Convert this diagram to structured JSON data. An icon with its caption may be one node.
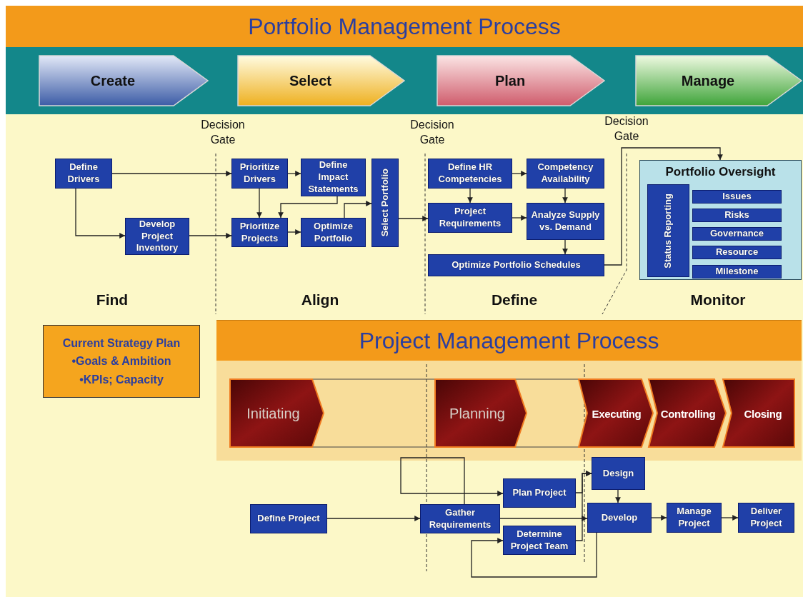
{
  "diagram": {
    "title": "Portfolio Management Process",
    "nodes": [
      {
        "text": [
          "Create"
        ]
      },
      {
        "text": [
          "Select"
        ]
      },
      {
        "text": [
          "Plan"
        ]
      },
      {
        "text": [
          "Manage"
        ]
      },
      {
        "text": [
          "Define Drivers"
        ]
      },
      {
        "text": [
          "Prioritize Drivers"
        ]
      },
      {
        "text": [
          "Define Impact Statements"
        ]
      },
      {
        "text": [
          "Select Portfolio"
        ]
      },
      {
        "text": [
          "Define HR Competencies"
        ]
      },
      {
        "text": [
          "Competency Availability"
        ]
      },
      {
        "text": [
          "Develop Project Inventory"
        ]
      },
      {
        "text": [
          "Prioritize Projects"
        ]
      },
      {
        "text": [
          "Optimize Portfolio"
        ]
      },
      {
        "text": [
          "Project Requirements"
        ]
      },
      {
        "text": [
          "Analyze Supply vs. Demand"
        ]
      },
      {
        "text": [
          "Optimize Portfolio Schedules"
        ]
      },
      {
        "text": [
          "Portfolio Oversight"
        ]
      },
      {
        "text": [
          "Status Reporting"
        ],
        "in": 16
      },
      {
        "text": [
          "Issues"
        ],
        "in": 16
      },
      {
        "text": [
          "Risks"
        ],
        "in": 16
      },
      {
        "text": [
          "Governance"
        ],
        "in": 16
      },
      {
        "text": [
          "Resource"
        ],
        "in": 16
      },
      {
        "text": [
          "Milestone"
        ],
        "in": 16
      },
      {
        "text": [
          "Current Strategy Plan",
          "•Goals & Ambition",
          "•KPIs; Capacity"
        ]
      },
      {
        "text": [
          "Project Management Process"
        ]
      },
      {
        "text": [
          "Initiating"
        ]
      },
      {
        "text": [
          "Planning"
        ]
      },
      {
        "text": [
          "Executing"
        ]
      },
      {
        "text": [
          "Controlling"
        ]
      },
      {
        "text": [
          "Closing"
        ]
      },
      {
        "text": [
          "Design"
        ]
      },
      {
        "text": [
          "Plan Project"
        ]
      },
      {
        "text": [
          "Define Project"
        ]
      },
      {
        "text": [
          "Gather Requirements"
        ]
      },
      {
        "text": [
          "Develop"
        ]
      },
      {
        "text": [
          "Manage Project"
        ]
      },
      {
        "text": [
          "Deliver Project"
        ]
      },
      {
        "text": [
          "Determine Project Team"
        ]
      }
    ],
    "edges": [
      {
        "from": 4,
        "to": 5,
        "arrow": "to"
      },
      {
        "from": 4,
        "to": 10,
        "arrow": "to"
      },
      {
        "from": 10,
        "to": 11,
        "arrow": "to"
      },
      {
        "from": 5,
        "to": 6,
        "arrow": "to"
      },
      {
        "from": 5,
        "to": 11,
        "arrow": "to"
      },
      {
        "from": 6,
        "to": 11,
        "arrow": "to"
      },
      {
        "from": 11,
        "to": 12,
        "arrow": "to"
      },
      {
        "from": 12,
        "to": 7,
        "arrow": "to"
      },
      {
        "from": 7,
        "to": 13,
        "arrow": "to"
      },
      {
        "from": 8,
        "to": 9,
        "arrow": "to"
      },
      {
        "from": 8,
        "to": 13,
        "arrow": "to"
      },
      {
        "from": 9,
        "to": 14,
        "arrow": "to"
      },
      {
        "from": 13,
        "to": 14,
        "arrow": "to"
      },
      {
        "from": 14,
        "to": 15,
        "arrow": "to"
      },
      {
        "from": 15,
        "to": 16,
        "arrow": "to"
      },
      {
        "from": 32,
        "to": 33,
        "arrow": "to"
      },
      {
        "from": 33,
        "to": 31,
        "arrow": "to"
      },
      {
        "from": 33,
        "to": 34,
        "arrow": "to"
      },
      {
        "from": 34,
        "to": 37,
        "arrow": "to"
      },
      {
        "from": 31,
        "to": 30,
        "arrow": "to"
      },
      {
        "from": 37,
        "to": 30,
        "arrow": "to"
      },
      {
        "from": 30,
        "to": 34,
        "arrow": "to"
      },
      {
        "from": 34,
        "to": 35,
        "arrow": "to"
      },
      {
        "from": 35,
        "to": 36,
        "arrow": "to"
      }
    ],
    "labels": [
      "Decision Gate",
      "Decision Gate",
      "Decision Gate",
      "Find",
      "Align",
      "Define",
      "Monitor"
    ]
  }
}
